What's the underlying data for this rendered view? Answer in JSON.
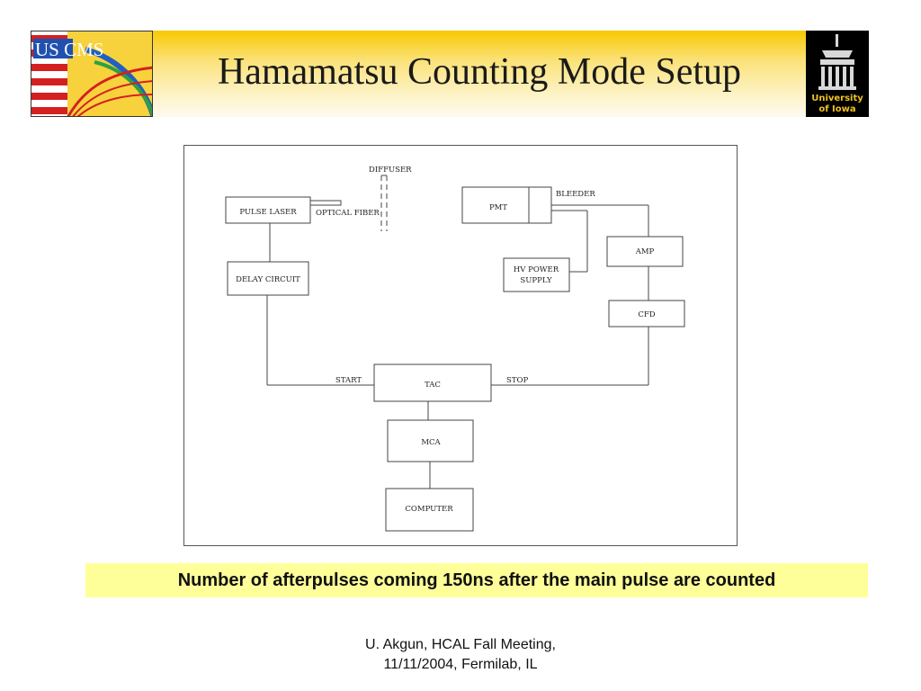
{
  "slide": {
    "title": "Hamamatsu Counting Mode Setup",
    "caption": "Number of afterpulses coming 150ns after the main pulse are counted",
    "footer_line1": "U. Akgun, HCAL Fall Meeting,",
    "footer_line2": "11/11/2004, Fermilab, IL"
  },
  "logos": {
    "left_text": "US CMS",
    "right_line1": "University",
    "right_line2": "of Iowa"
  },
  "diagram": {
    "blocks": {
      "pulse_laser": "PULSE LASER",
      "delay_circuit": "DELAY CIRCUIT",
      "pmt": "PMT",
      "hv_power_line1": "HV POWER",
      "hv_power_line2": "SUPPLY",
      "amp": "AMP",
      "cfd": "CFD",
      "tac": "TAC",
      "mca": "MCA",
      "computer": "COMPUTER"
    },
    "labels": {
      "optical_fiber": "OPTICAL FIBER",
      "diffuser": "DIFFUSER",
      "bleeder": "BLEEDER",
      "start": "START",
      "stop": "STOP"
    }
  }
}
